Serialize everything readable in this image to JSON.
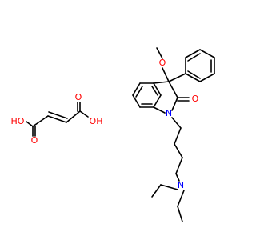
{
  "colors": {
    "bond": "#000000",
    "oxygen": "#ff0000",
    "nitrogen": "#0000ff"
  },
  "labels": {
    "fumaric_ho": "HO",
    "fumaric_carbonyl_o_left": "O",
    "fumaric_carbonyl_o_right": "O",
    "fumaric_oh": "OH",
    "methoxy_o": "O",
    "methoxy_text": "O",
    "lactam_o": "O",
    "ring_n": "N",
    "amine_n": "N"
  }
}
